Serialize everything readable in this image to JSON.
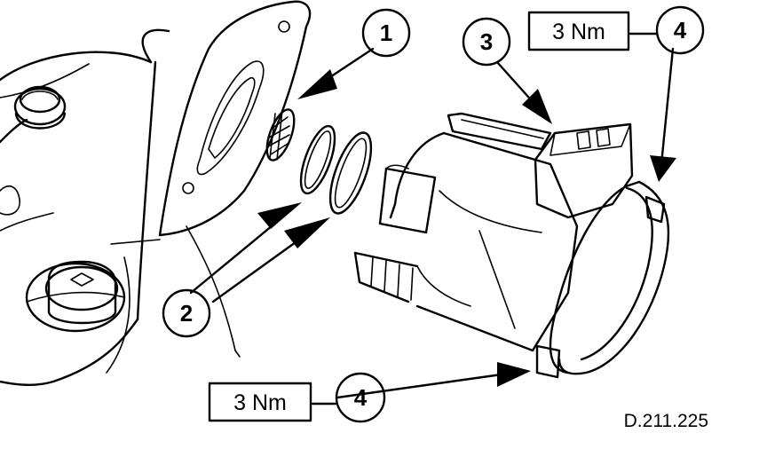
{
  "callouts": {
    "one": "1",
    "two": "2",
    "three": "3",
    "four_top": "4",
    "four_bottom": "4"
  },
  "torque_labels": {
    "top": "3 Nm",
    "bottom": "3 Nm"
  },
  "figure_reference": "D.211.225",
  "colors": {
    "line": "#000000",
    "background": "#ffffff"
  }
}
